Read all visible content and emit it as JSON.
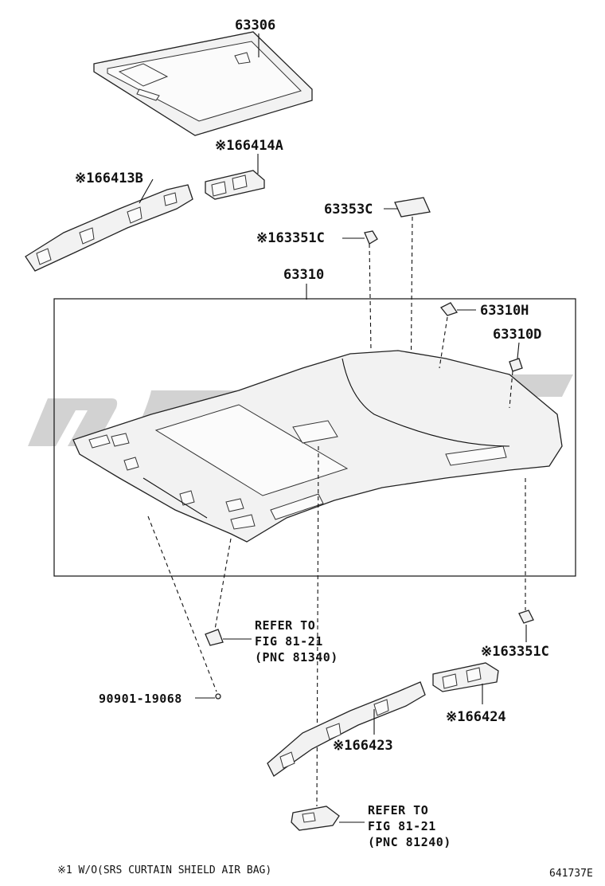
{
  "parts": {
    "p63306": "63306",
    "p66414a": "66414A",
    "p66413b": "66413B",
    "p63353c": "63353C",
    "p63351c_top": "63351C",
    "p63310": "63310",
    "p63310h": "63310H",
    "p63310d": "63310D",
    "p63351c_bottom": "63351C",
    "p66424": "66424",
    "p66423": "66423",
    "p90901": "90901-19068"
  },
  "marker": "※1",
  "refs": {
    "ref1": {
      "line1": "REFER TO",
      "line2": "FIG 81-21",
      "line3": "(PNC 81340)"
    },
    "ref2": {
      "line1": "REFER TO",
      "line2": "FIG 81-21",
      "line3": "(PNC 81240)"
    }
  },
  "footnote": "※1 W/O(SRS CURTAIN SHIELD AIR BAG)",
  "figure_id": "641737E",
  "colors": {
    "line": "#111111",
    "watermark": "#d2d2d2",
    "part_fill": "#f2f2f2"
  }
}
